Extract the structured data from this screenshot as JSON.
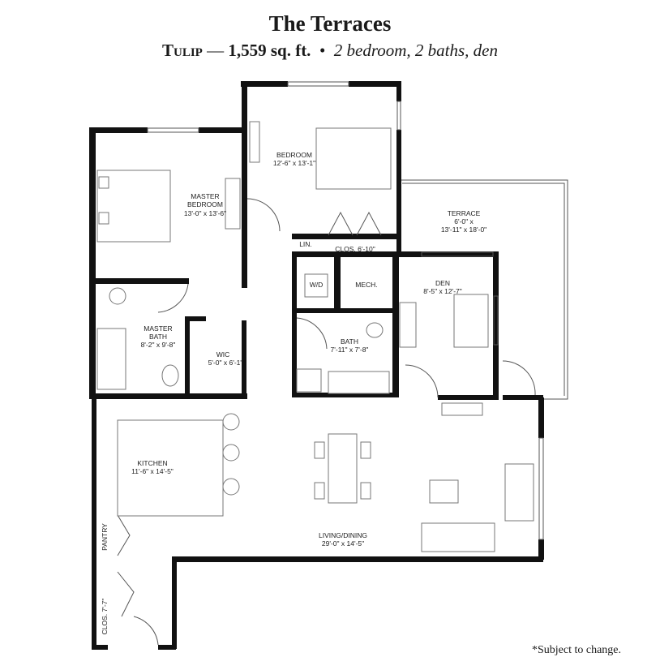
{
  "header": {
    "title": "The Terraces",
    "plan_name": "Tulip",
    "separator": "—",
    "area": "1,559 sq. ft.",
    "bullet": "•",
    "description": "2 bedroom, 2 baths, den"
  },
  "rooms": {
    "bedroom": {
      "name": "BEDROOM",
      "size": "12'-6\" x 13'-1\""
    },
    "master_bedroom": {
      "name1": "MASTER",
      "name2": "BEDROOM",
      "size": "13'-0\" x 13'-6\""
    },
    "terrace": {
      "name": "TERRACE",
      "size1": "6'-0\" x",
      "size2": "13'-11\" x 18'-0\""
    },
    "lin": {
      "name": "LIN."
    },
    "closet": {
      "name": "CLOS. 6'-10\""
    },
    "wd": {
      "name": "W/D"
    },
    "mech": {
      "name": "MECH."
    },
    "den": {
      "name": "DEN",
      "size": "8'-5\" x 12'-7\""
    },
    "master_bath": {
      "name1": "MASTER",
      "name2": "BATH",
      "size": "8'-2\" x 9'-8\""
    },
    "bath": {
      "name": "BATH",
      "size": "7'-11\" x 7'-8\""
    },
    "wic": {
      "name": "WIC",
      "size": "5'-0\" x 6'-1\""
    },
    "kitchen": {
      "name": "KITCHEN",
      "size": "11'-6\" x 14'-5\""
    },
    "living": {
      "name": "LIVING/DINING",
      "size": "29'-0\" x 14'-5\""
    },
    "pantry": {
      "name": "PANTRY"
    },
    "entry_closet": {
      "name": "CLOS. 7'-7\""
    }
  },
  "footnote": "*Subject to change."
}
